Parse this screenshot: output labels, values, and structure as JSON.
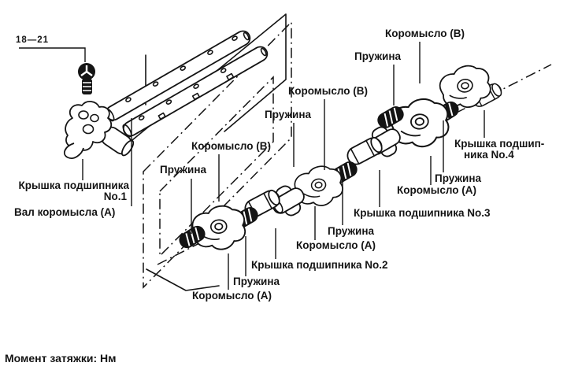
{
  "diagram": {
    "torque_label": "18—21",
    "labels": {
      "bearing_cap_no1_line1": "Крышка подшипника",
      "bearing_cap_no1_line2": "No.1",
      "rocker_shaft_a": "Вал коромысла (А)",
      "rocker_b_left": "Коромысло (В)",
      "spring_left": "Пружина",
      "rocker_b_mid": "Коромысло (В)",
      "spring_mid": "Пружина",
      "rocker_b_top": "Коромысло (В)",
      "spring_top": "Пружина",
      "bearing_cap_no4_line1": "Крышка подшип-",
      "bearing_cap_no4_line2": "ника No.4",
      "spring_right": "Пружина",
      "rocker_a_right": "Коромысло (А)",
      "bearing_cap_no3": "Крышка подшипника No.3",
      "spring_mid_low": "Пружина",
      "rocker_a_mid": "Коромысло (А)",
      "bearing_cap_no2": "Крышка подшипника No.2",
      "spring_low": "Пружина",
      "rocker_a_low": "Коромысло (А)"
    },
    "footer_note": "Момент затяжки: Нм"
  }
}
